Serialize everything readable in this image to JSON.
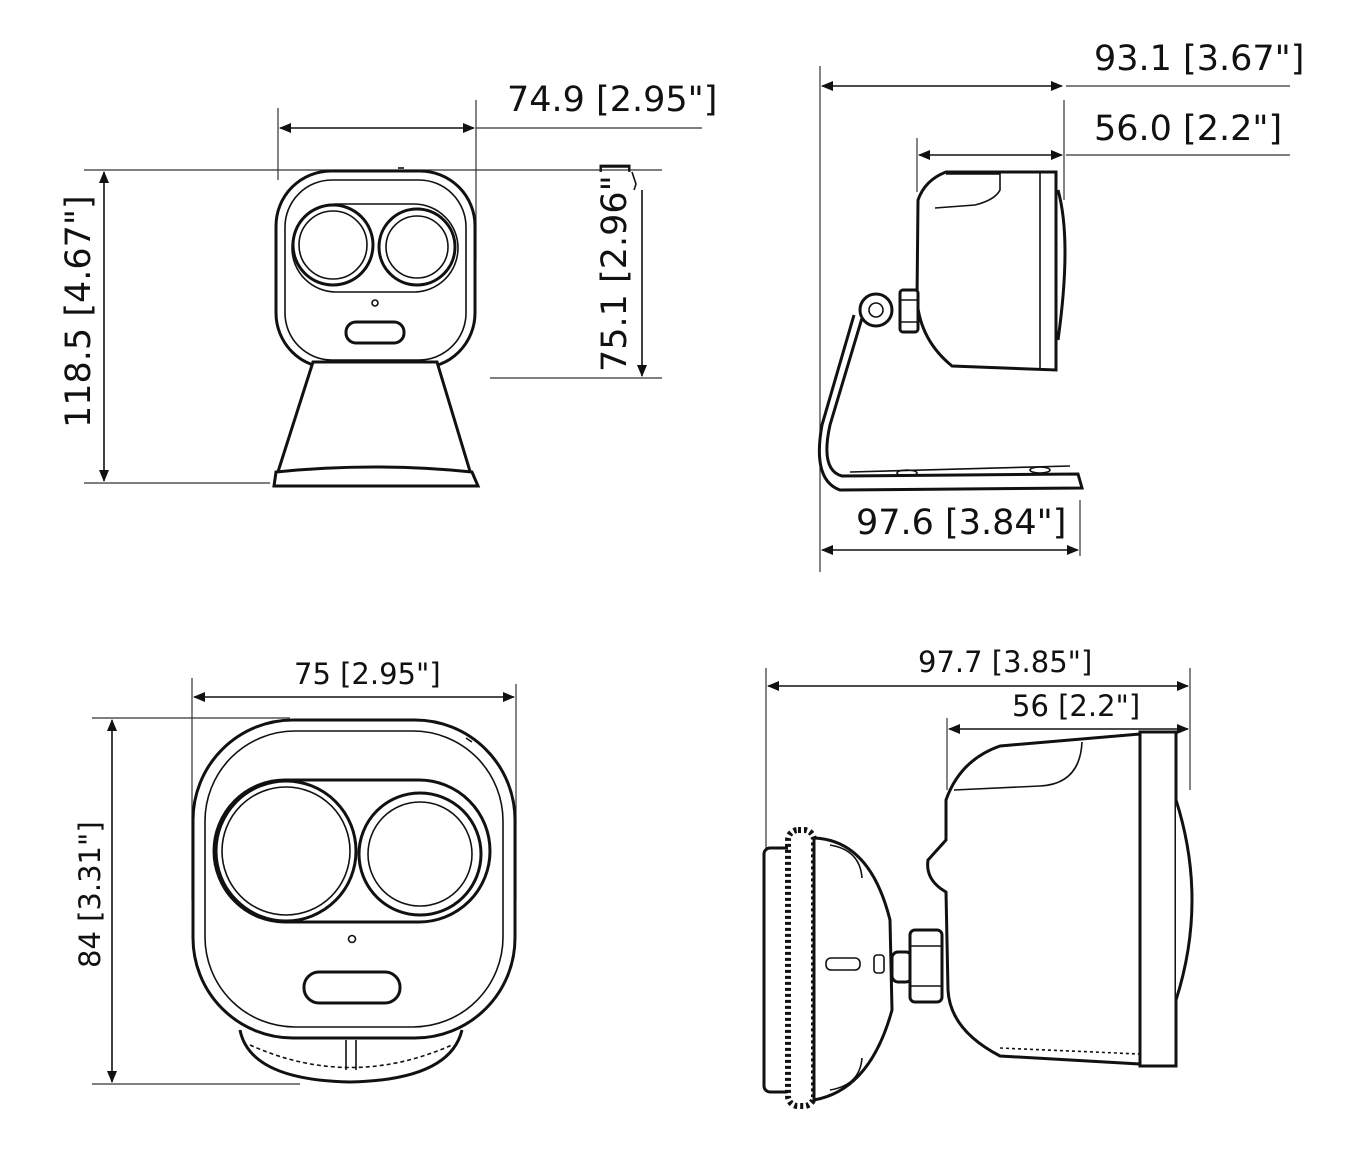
{
  "views": {
    "front_stand": {
      "width_label": "74.9 [2.95\"]",
      "height_label": "118.5 [4.67\"]",
      "head_height_label": "75.1 [2.96\"]"
    },
    "side_stand": {
      "overall_depth_label": "93.1 [3.67\"]",
      "head_depth_label": "56.0 [2.2\"]",
      "base_length_label": "97.6 [3.84\"]"
    },
    "front_wall": {
      "width_label": "75 [2.95\"]",
      "height_label": "84 [3.31\"]"
    },
    "side_wall": {
      "overall_depth_label": "97.7 [3.85\"]",
      "head_depth_label": "56 [2.2\"]"
    }
  }
}
